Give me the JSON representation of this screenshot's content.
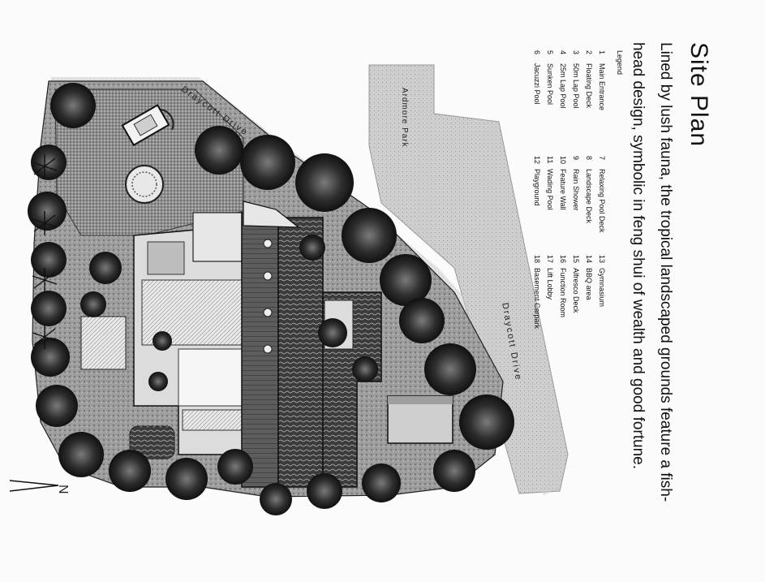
{
  "title": "Site Plan",
  "subtitle": "Lined by lush fauna, the tropical landscaped grounds feature a fish-head design, symbolic in feng shui of wealth and good fortune.",
  "legend": {
    "heading": "Legend",
    "columns": [
      [
        {
          "num": "1",
          "label": "Main Entrance"
        },
        {
          "num": "2",
          "label": "Floating Deck"
        },
        {
          "num": "3",
          "label": "50m Lap Pool"
        },
        {
          "num": "4",
          "label": "25m Lap Pool"
        },
        {
          "num": "5",
          "label": "Sunken Pool"
        },
        {
          "num": "6",
          "label": "Jacuzzi Pool"
        }
      ],
      [
        {
          "num": "7",
          "label": "Relaxing Pool Deck"
        },
        {
          "num": "8",
          "label": "Landscape Deck"
        },
        {
          "num": "9",
          "label": "Rain Shower"
        },
        {
          "num": "10",
          "label": "Feature Wall"
        },
        {
          "num": "11",
          "label": "Wading Pool"
        },
        {
          "num": "12",
          "label": "Playground"
        }
      ],
      [
        {
          "num": "13",
          "label": "Gymnasium"
        },
        {
          "num": "14",
          "label": "BBQ area"
        },
        {
          "num": "15",
          "label": "Alfresco Deck"
        },
        {
          "num": "16",
          "label": "Function Room"
        },
        {
          "num": "17",
          "label": "Lift Lobby"
        },
        {
          "num": "18",
          "label": "Basement Carpark"
        }
      ]
    ]
  },
  "streets": {
    "draycott_top": "Draycott Drive",
    "draycott_right": "Draycott Drive",
    "ardmore": "Ardmore Park"
  },
  "north_label": "N"
}
